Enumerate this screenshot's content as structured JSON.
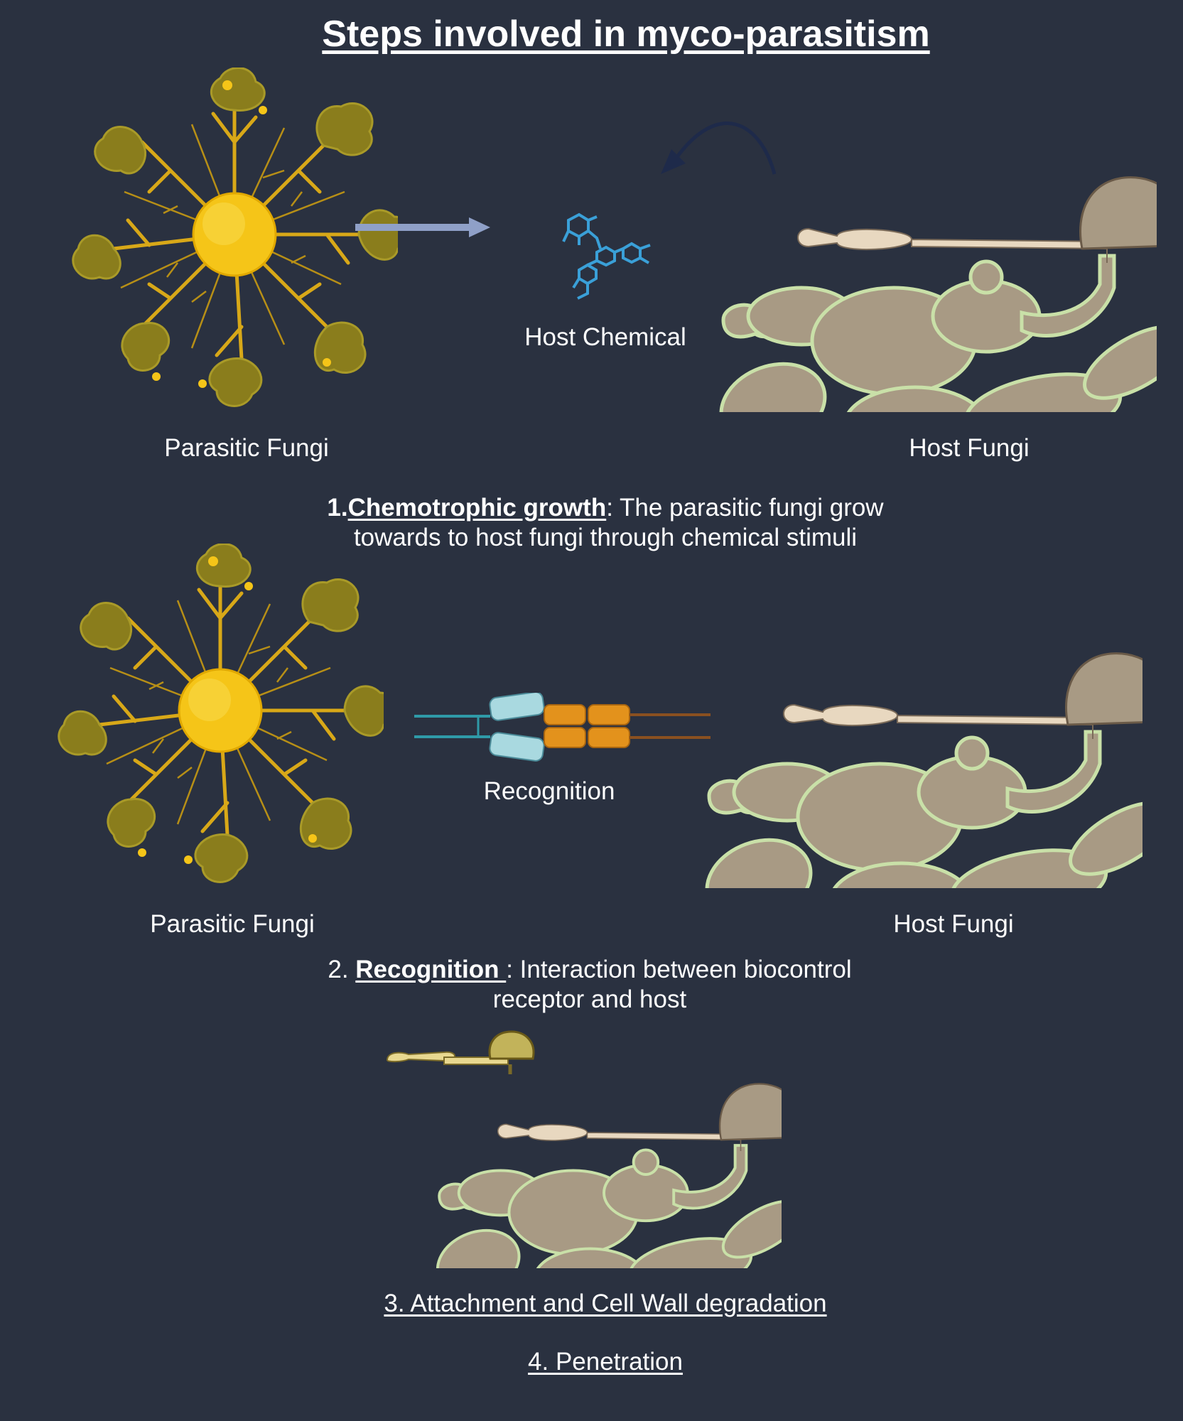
{
  "title": "Steps involved in myco-parasitism",
  "step1": {
    "parasite_label": "Parasitic Fungi",
    "chemical_label": "Host Chemical",
    "host_label": "Host Fungi",
    "caption_number": "1.",
    "caption_term": "Chemotrophic growth",
    "caption_rest": ": The parasitic fungi grow",
    "caption_line2": "towards to host fungi through chemical stimuli"
  },
  "step2": {
    "parasite_label": "Parasitic Fungi",
    "recognition_label": "Recognition",
    "host_label": "Host Fungi",
    "caption_number": "2. ",
    "caption_term": "Recognition ",
    "caption_rest": ": Interaction between biocontrol",
    "caption_line2": "receptor and host"
  },
  "step3": {
    "caption": "3. Attachment and Cell Wall degradation"
  },
  "step4": {
    "caption": "4. Penetration"
  },
  "colors": {
    "background": "#2a3140",
    "parasite_core": "#f5c518",
    "parasite_frond": "#8a7d1c",
    "host_body": "#a89a84",
    "host_outline": "#c9e0a8",
    "chemical": "#3aa0d8",
    "arrow": "#8fa0c8",
    "receptor_blue": "#a9d9e0",
    "receptor_orange": "#e3921c"
  },
  "icons": [
    "parasitic-fungus-icon",
    "host-fungus-icon",
    "molecule-icon",
    "receptor-icon",
    "arrow-icon"
  ]
}
